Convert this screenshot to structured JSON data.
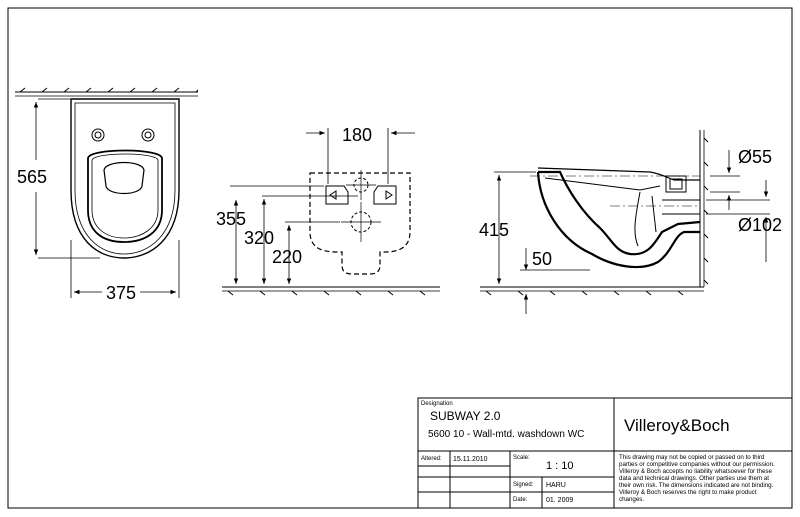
{
  "dimensions": {
    "front_height": "565",
    "front_width": "375",
    "rear_spacing": "180",
    "rear_height_1": "355",
    "rear_height_2": "320",
    "rear_height_3": "220",
    "side_height": "415",
    "side_offset": "50",
    "diameter_inlet": "Ø55",
    "diameter_outlet": "Ø102"
  },
  "title_block": {
    "designation_label": "Designation",
    "product_name": "SUBWAY 2.0",
    "product_desc": "5600 10 - Wall-mtd. washdown WC",
    "brand": "Villeroy&Boch",
    "altered_label": "Altered:",
    "altered_value": "15.11.2010",
    "scale_label": "Scale:",
    "scale_value": "1 : 10",
    "signed_label": "Signed:",
    "signed_value": "HARU",
    "date_label": "Date:",
    "date_value": "01. 2009",
    "disclaimer_lines": [
      "This drawing may not be copied or passed on to third",
      "parties or competitive companies without our permission.",
      "Villeroy & Boch accepts no liability whatsoever for these",
      "data and technical drawings. Other parties use them at",
      "their own risk. The dimensions indicated are not binding.",
      "Villeroy & Boch reserves the right to make product",
      "changes."
    ]
  }
}
